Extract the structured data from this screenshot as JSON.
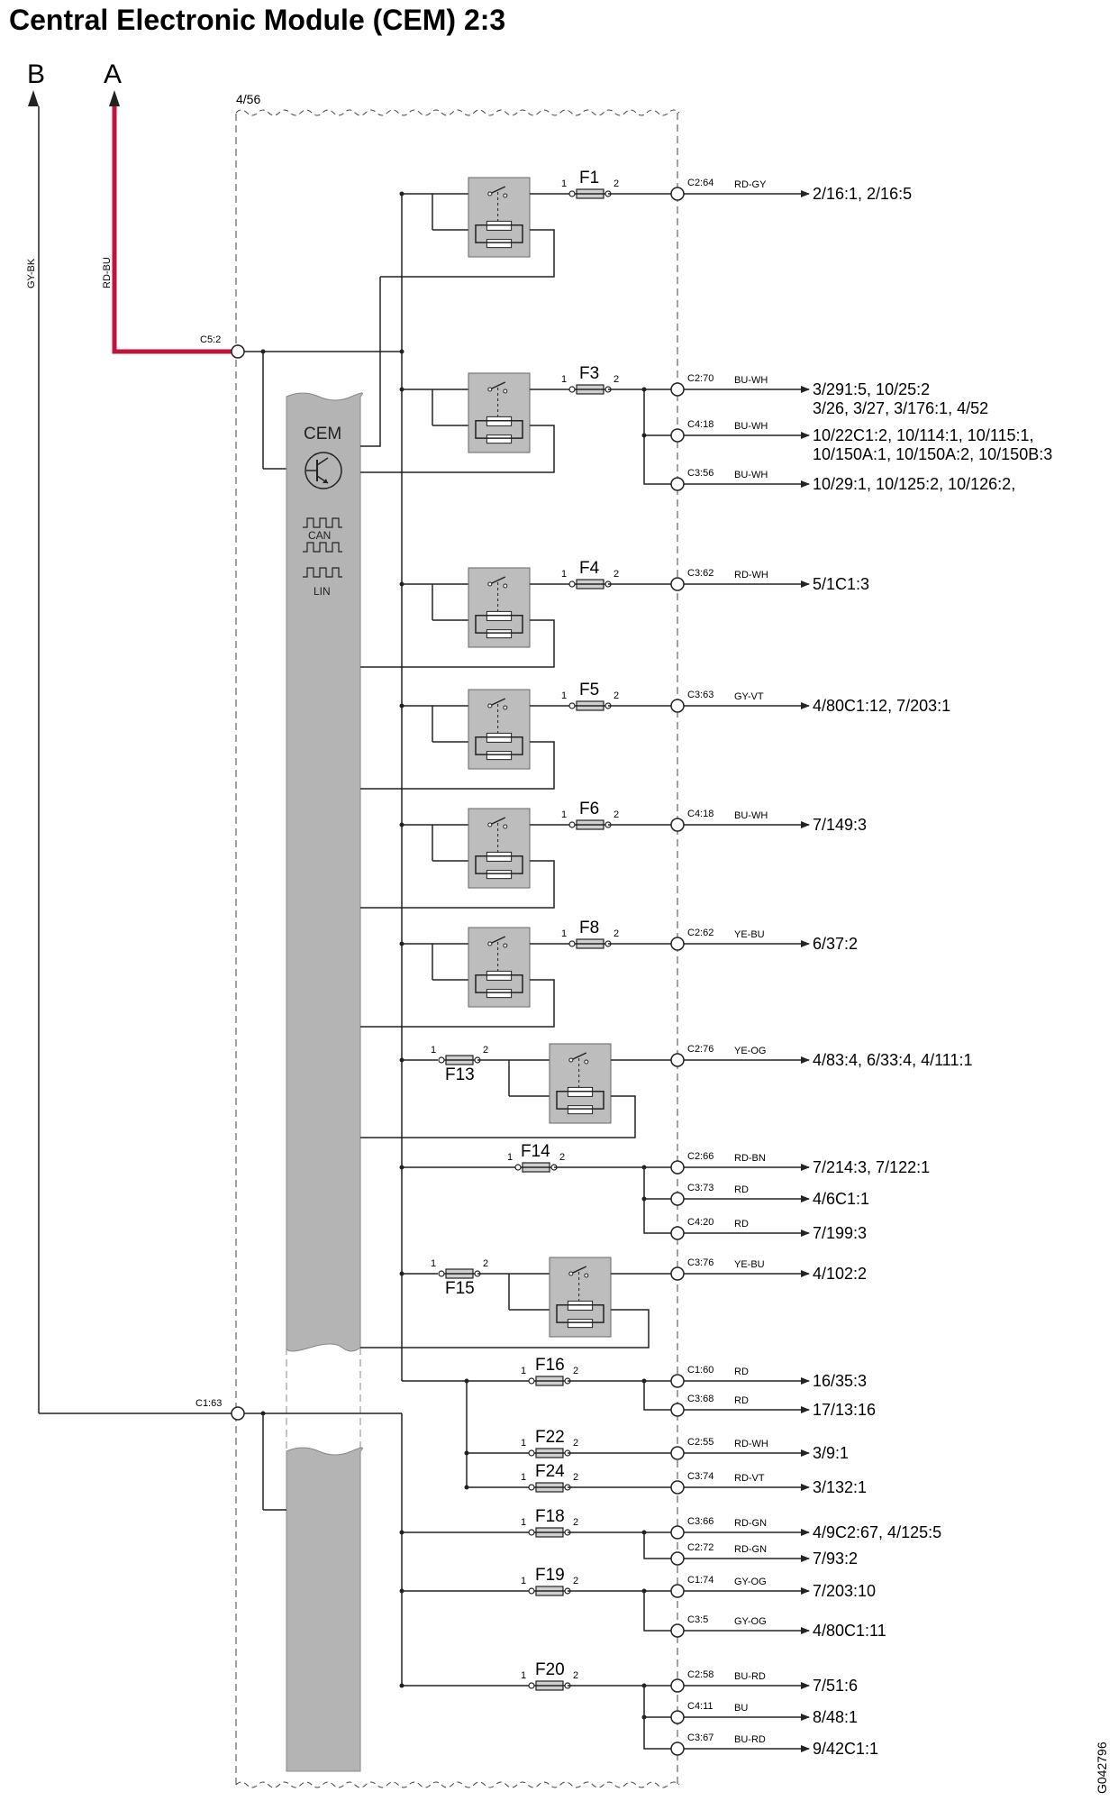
{
  "title": "Central Electronic Module (CEM) 2:3",
  "inputs": {
    "a": "A",
    "b": "B",
    "a_wire": "RD-BU",
    "b_wire": "GY-BK"
  },
  "module_ref": "4/56",
  "connectors": {
    "top": "C5:2",
    "bottom": "C1:63"
  },
  "cem": {
    "label": "CEM",
    "can": "CAN",
    "lin": "LIN"
  },
  "pin_numbers": {
    "one": "1",
    "two": "2"
  },
  "doc_id": "G042796",
  "fuses": {
    "f1": "F1",
    "f3": "F3",
    "f4": "F4",
    "f5": "F5",
    "f6": "F6",
    "f8": "F8",
    "f13": "F13",
    "f14": "F14",
    "f15": "F15",
    "f16": "F16",
    "f22": "F22",
    "f24": "F24",
    "f18": "F18",
    "f19": "F19",
    "f20": "F20"
  },
  "outputs": [
    {
      "pin": "C2:64",
      "wire": "RD-GY",
      "dest": "2/16:1, 2/16:5"
    },
    {
      "pin": "C2:70",
      "wire": "BU-WH",
      "dest": "3/291:5, 10/25:2",
      "dest2": "3/26, 3/27, 3/176:1, 4/52"
    },
    {
      "pin": "C4:18",
      "wire": "BU-WH",
      "dest": "10/22C1:2, 10/114:1, 10/115:1,",
      "dest2": "10/150A:1, 10/150A:2, 10/150B:3"
    },
    {
      "pin": "C3:56",
      "wire": "BU-WH",
      "dest": "10/29:1, 10/125:2, 10/126:2,"
    },
    {
      "pin": "C3:62",
      "wire": "RD-WH",
      "dest": "5/1C1:3"
    },
    {
      "pin": "C3:63",
      "wire": "GY-VT",
      "dest": "4/80C1:12, 7/203:1"
    },
    {
      "pin": "C4:18",
      "wire": "BU-WH",
      "dest": "7/149:3"
    },
    {
      "pin": "C2:62",
      "wire": "YE-BU",
      "dest": "6/37:2"
    },
    {
      "pin": "C2:76",
      "wire": "YE-OG",
      "dest": "4/83:4, 6/33:4, 4/111:1"
    },
    {
      "pin": "C2:66",
      "wire": "RD-BN",
      "dest": "7/214:3, 7/122:1"
    },
    {
      "pin": "C3:73",
      "wire": "RD",
      "dest": "4/6C1:1"
    },
    {
      "pin": "C4:20",
      "wire": "RD",
      "dest": "7/199:3"
    },
    {
      "pin": "C3:76",
      "wire": "YE-BU",
      "dest": "4/102:2"
    },
    {
      "pin": "C1:60",
      "wire": "RD",
      "dest": "16/35:3"
    },
    {
      "pin": "C3:68",
      "wire": "RD",
      "dest": "17/13:16"
    },
    {
      "pin": "C2:55",
      "wire": "RD-WH",
      "dest": "3/9:1"
    },
    {
      "pin": "C3:74",
      "wire": "RD-VT",
      "dest": "3/132:1"
    },
    {
      "pin": "C3:66",
      "wire": "RD-GN",
      "dest": "4/9C2:67, 4/125:5"
    },
    {
      "pin": "C2:72",
      "wire": "RD-GN",
      "dest": "7/93:2"
    },
    {
      "pin": "C1:74",
      "wire": "GY-OG",
      "dest": "7/203:10"
    },
    {
      "pin": "C3:5",
      "wire": "GY-OG",
      "dest": "4/80C1:11"
    },
    {
      "pin": "C2:58",
      "wire": "BU-RD",
      "dest": "7/51:6"
    },
    {
      "pin": "C4:11",
      "wire": "BU",
      "dest": "8/48:1"
    },
    {
      "pin": "C3:67",
      "wire": "BU-RD",
      "dest": "9/42C1:1"
    }
  ],
  "colors": {
    "line": "#222222",
    "highlight": "#c0143c",
    "module_fill": "#b4b4b4",
    "relay_fill": "#bdbdbd"
  }
}
